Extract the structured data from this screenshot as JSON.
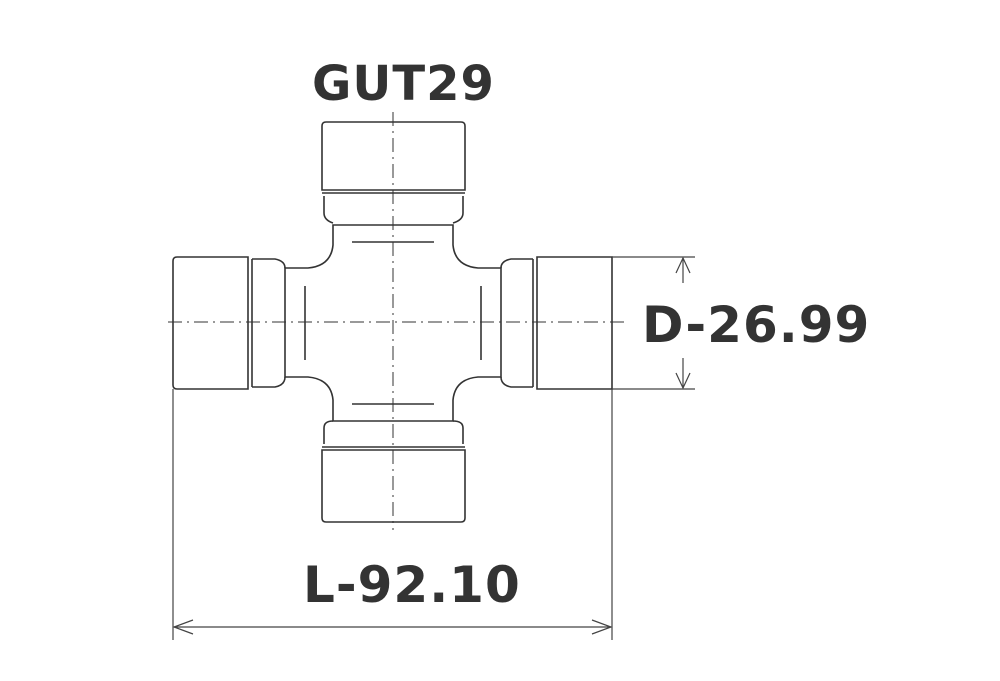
{
  "drawing": {
    "part_number": "GUT29",
    "diameter_label": "D-26.99",
    "length_label": "L-92.10",
    "line_color": "#333333"
  }
}
